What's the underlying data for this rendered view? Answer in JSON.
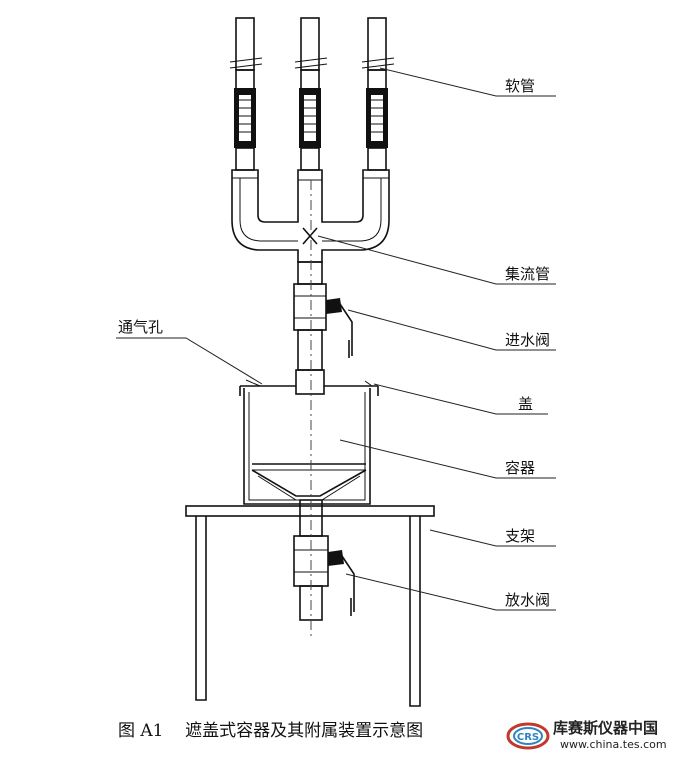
{
  "labels": {
    "hose": "软管",
    "manifold": "集流管",
    "inlet_valve": "进水阀",
    "vent_hole": "通气孔",
    "lid": "盖",
    "container": "容器",
    "stand": "支架",
    "drain_valve": "放水阀"
  },
  "caption": "图 A1    遮盖式容器及其附属装置示意图",
  "watermark": {
    "logo_text": "CRS",
    "brand": "库赛斯仪器中国",
    "url": "www.china.tes.com"
  }
}
